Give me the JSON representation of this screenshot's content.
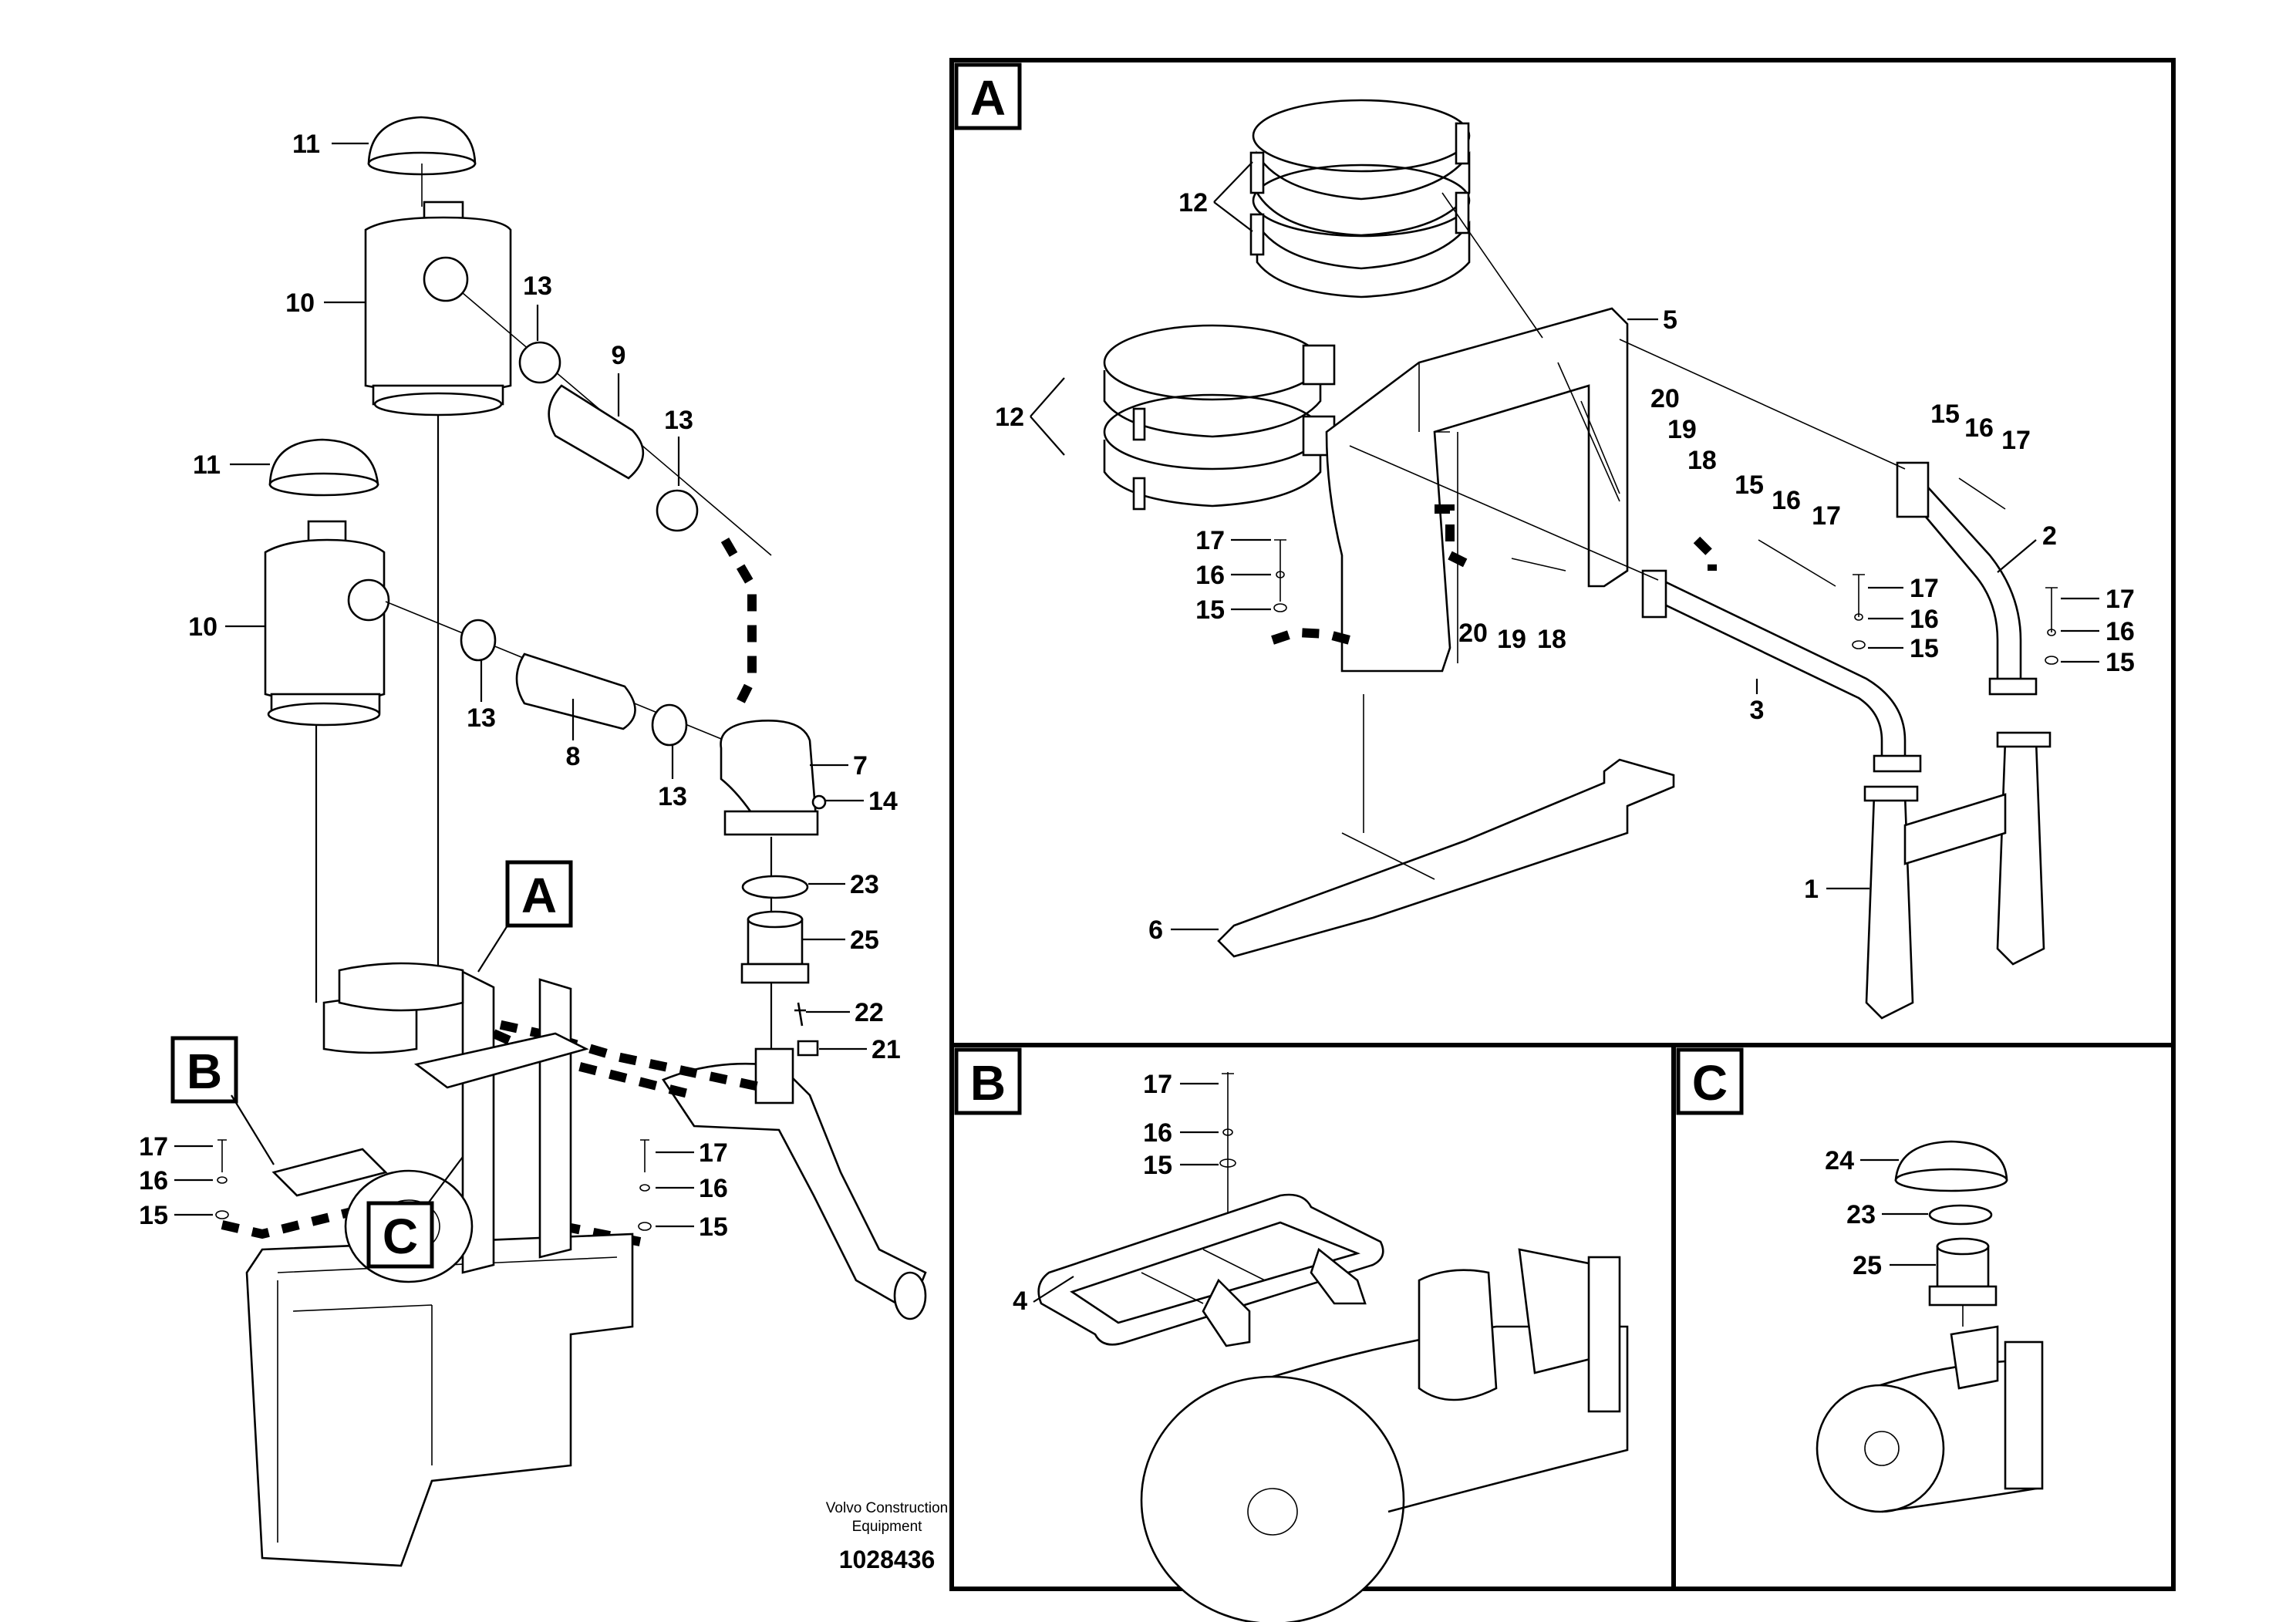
{
  "views": {
    "A": "A",
    "B": "B",
    "C": "C"
  },
  "overview_labels": {
    "l11a": "11",
    "l10a": "10",
    "l13a": "13",
    "l9": "9",
    "l13b": "13",
    "l11b": "11",
    "l10b": "10",
    "l13c": "13",
    "l8": "8",
    "l13d": "13",
    "l7": "7",
    "l14": "14",
    "l23": "23",
    "l25": "25",
    "l22": "22",
    "l21": "21",
    "l17a": "17",
    "l16a": "16",
    "l15a": "15",
    "l17b": "17",
    "l16b": "16",
    "l15b": "15"
  },
  "panel_a_labels": {
    "l12a": "12",
    "l12b": "12",
    "l5": "5",
    "l20a": "20",
    "l19a": "19",
    "l18a": "18",
    "l15a": "15",
    "l16a": "16",
    "l17a": "17",
    "l15b": "15",
    "l16b": "16",
    "l17b": "17",
    "l17c": "17",
    "l16c": "16",
    "l15c": "15",
    "l20b": "20",
    "l19b": "19",
    "l18b": "18",
    "l2": "2",
    "l17d": "17",
    "l16d": "16",
    "l15d": "15",
    "l17e": "17",
    "l16e": "16",
    "l15e": "15",
    "l3": "3",
    "l1": "1",
    "l6": "6"
  },
  "panel_b_labels": {
    "l17": "17",
    "l16": "16",
    "l15": "15",
    "l4": "4"
  },
  "panel_c_labels": {
    "l24": "24",
    "l23": "23",
    "l25": "25"
  },
  "footer": {
    "company_line1": "Volvo Construction",
    "company_line2": "Equipment",
    "drawing_number": "1028436"
  }
}
